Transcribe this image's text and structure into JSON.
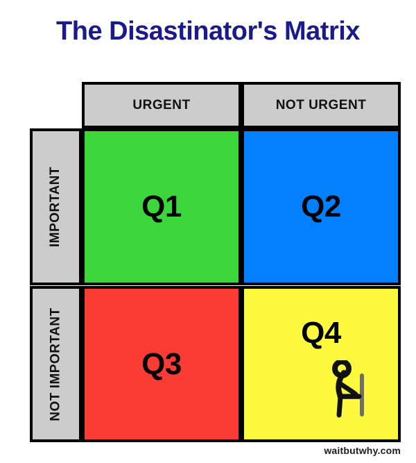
{
  "title": "The Disastinator's Matrix",
  "matrix": {
    "column_headers": [
      {
        "id": "urgent",
        "label": "URGENT"
      },
      {
        "id": "not-urgent",
        "label": "NOT URGENT"
      }
    ],
    "row_headers": [
      {
        "id": "important",
        "label": "IMPORTANT"
      },
      {
        "id": "not-important",
        "label": "NOT IMPORTANT"
      }
    ],
    "quadrants": [
      {
        "id": "q1",
        "label": "Q1",
        "color": "#3bd63b",
        "row": "important",
        "column": "urgent"
      },
      {
        "id": "q2",
        "label": "Q2",
        "color": "#0080ff",
        "row": "important",
        "column": "not-urgent"
      },
      {
        "id": "q3",
        "label": "Q3",
        "color": "#fa3c34",
        "row": "not-important",
        "column": "urgent"
      },
      {
        "id": "q4",
        "label": "Q4",
        "color": "#fcf93e",
        "row": "not-important",
        "column": "not-urgent"
      }
    ],
    "header_background": "#cccccc",
    "border_color": "#000000",
    "doodle": "stick-figure-slumped-at-desk"
  },
  "watermark": "waitbutwhy.com",
  "colors": {
    "title": "#1a1a8c",
    "text": "#111111",
    "background": "#ffffff"
  }
}
